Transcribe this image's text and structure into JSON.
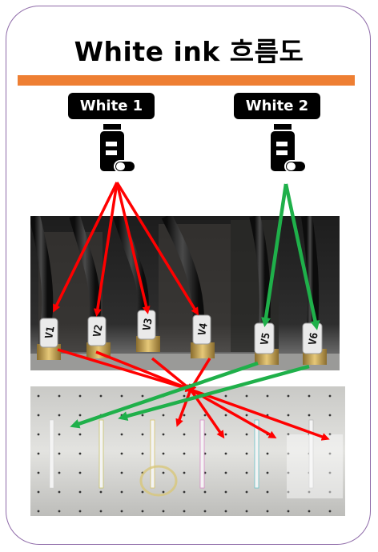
{
  "title": "White ink 흐름도",
  "sources": [
    {
      "label": "White 1",
      "icon": "ink-bottle-icon"
    },
    {
      "label": "White 2",
      "icon": "ink-bottle-icon"
    }
  ],
  "valves": [
    "V1",
    "V2",
    "V3",
    "V4",
    "V5",
    "V6"
  ],
  "colors": {
    "border": "#8e6aa8",
    "divider": "#ee7f33",
    "white1_arrows": "#ff0000",
    "white2_arrows": "#1fb04a"
  }
}
